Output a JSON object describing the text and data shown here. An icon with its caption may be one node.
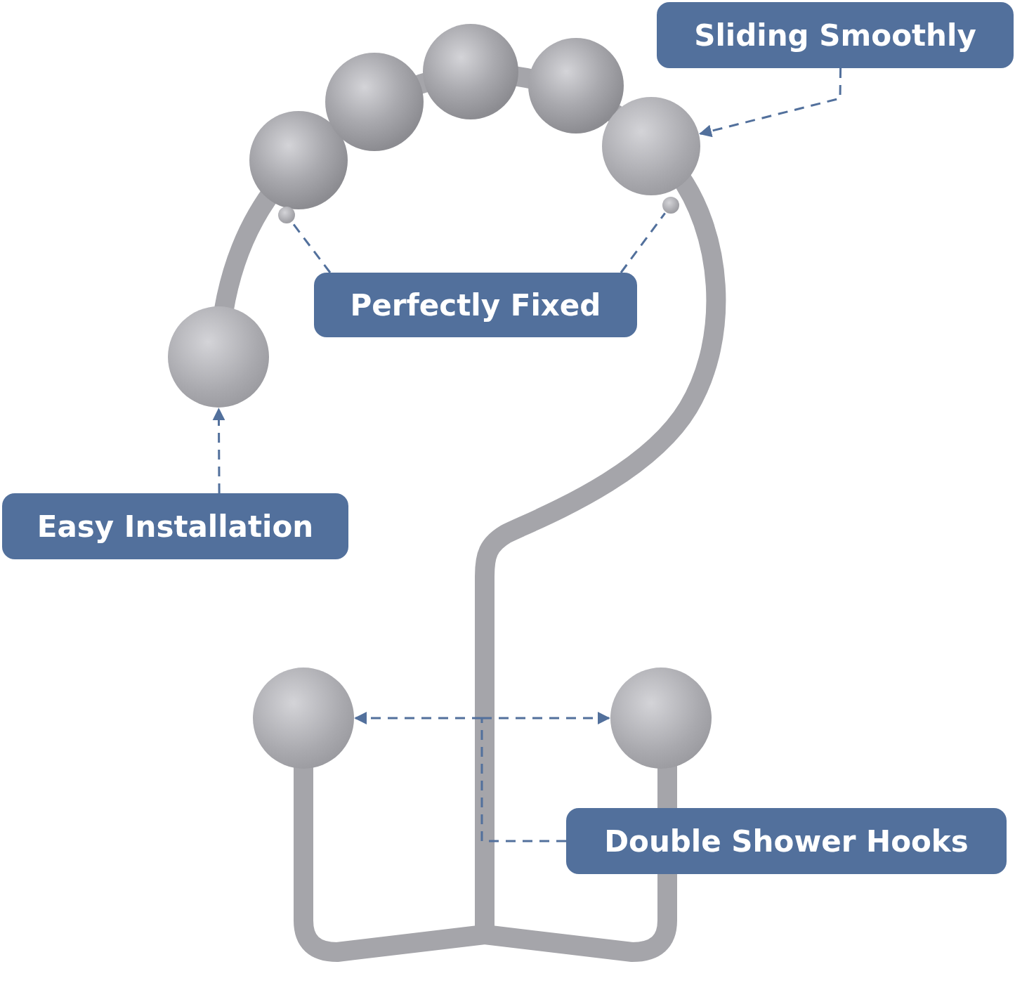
{
  "diagram": {
    "nodes": [
      {
        "text": [
          "Sliding Smoothly"
        ]
      },
      {
        "text": [],
        "shape": "circle"
      },
      {
        "text": [],
        "shape": "circle"
      },
      {
        "text": [],
        "shape": "circle"
      },
      {
        "text": [
          "Perfectly Fixed"
        ]
      },
      {
        "text": [],
        "shape": "circle"
      },
      {
        "text": [
          "Easy Installation"
        ]
      },
      {
        "text": [],
        "shape": "circle"
      },
      {
        "text": [],
        "shape": "circle"
      },
      {
        "text": [
          "Double Shower Hooks"
        ]
      }
    ],
    "edges": [
      {
        "from": 0,
        "to": 1,
        "arrow": "to",
        "style": "dashed"
      },
      {
        "from": 4,
        "to": 2,
        "arrow": "none",
        "style": "dashed"
      },
      {
        "from": 4,
        "to": 3,
        "arrow": "none",
        "style": "dashed"
      },
      {
        "from": 6,
        "to": 5,
        "arrow": "to",
        "style": "dashed"
      },
      {
        "from": 9,
        "to": 7,
        "arrow": "to",
        "style": "dashed"
      },
      {
        "from": 9,
        "to": 8,
        "arrow": "to",
        "style": "dashed"
      }
    ]
  }
}
